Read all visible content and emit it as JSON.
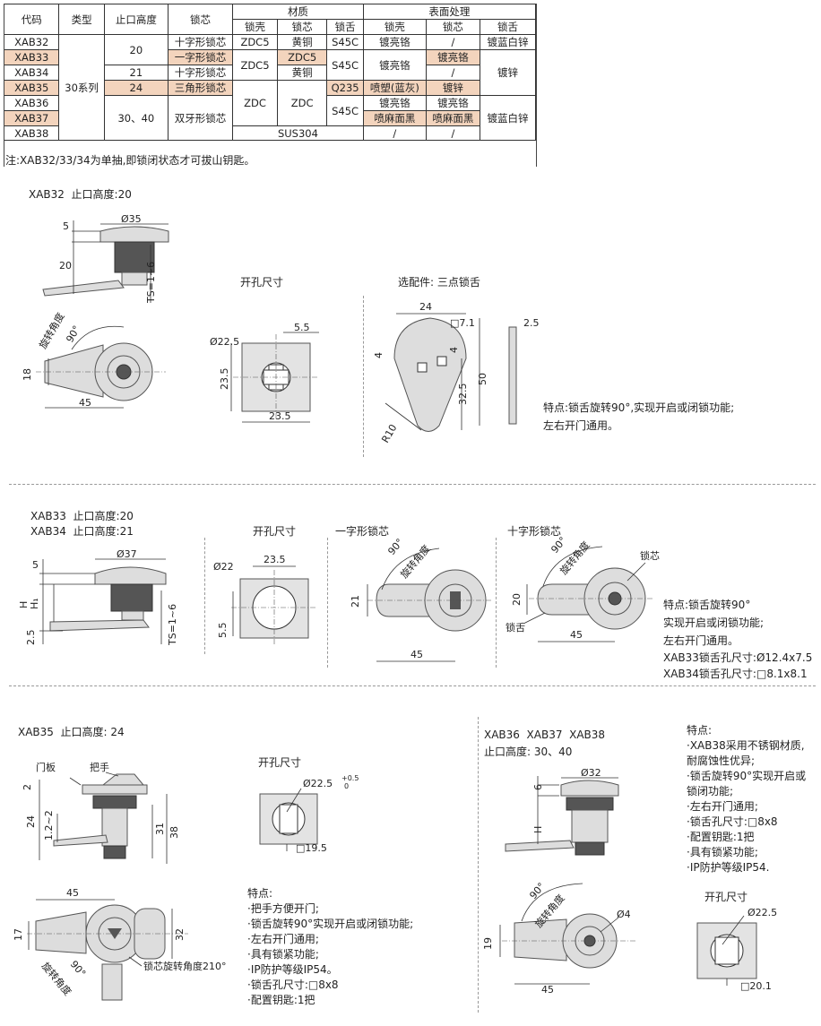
{
  "table": {
    "headers": {
      "code": "代码",
      "type": "类型",
      "height": "止口高度",
      "core": "锁芯",
      "material": "材质",
      "surface": "表面处理",
      "sub": [
        "锁壳",
        "锁芯",
        "锁舌",
        "锁壳",
        "锁芯",
        "锁舌"
      ]
    },
    "rows": [
      {
        "code": "XAB32",
        "height": "20",
        "core": "十字形锁芯",
        "m_shell": "ZDC5",
        "m_core": "黄铜",
        "m_tongue": "S45C",
        "s_shell": "镀亮铬",
        "s_core": "/",
        "s_tongue": "镀蓝白锌"
      },
      {
        "code": "XAB33",
        "core": "一字形锁芯",
        "m_shell": "ZDC5",
        "m_core": "ZDC5",
        "m_tongue": "S45C",
        "s_shell": "镀亮铬",
        "s_core": "镀亮铬",
        "s_tongue": "镀锌"
      },
      {
        "code": "XAB34",
        "height": "21",
        "core": "十字形锁芯",
        "m_core": "黄铜",
        "s_core": "/"
      },
      {
        "code": "XAB35",
        "height": "24",
        "core": "三角形锁芯",
        "m_shell": "ZDC",
        "m_core": "ZDC",
        "m_tongue": "Q235",
        "s_shell": "喷塑(蓝灰)",
        "s_core": "镀锌"
      },
      {
        "code": "XAB36",
        "height": "30、40",
        "core": "双牙形锁芯",
        "m_tongue": "S45C",
        "s_shell": "镀亮铬",
        "s_core": "镀亮铬",
        "s_tongue": "镀蓝白锌"
      },
      {
        "code": "XAB37",
        "s_shell": "喷麻面黑",
        "s_core": "喷麻面黑"
      },
      {
        "code": "XAB38",
        "m_all": "SUS304",
        "s_shell": "/",
        "s_core": "/"
      }
    ],
    "type_value": "30系列"
  },
  "note": "注:XAB32/33/34为单抽,即锁闭状态才可拔山钥匙。",
  "sec1": {
    "title": "XAB32  止口高度:20",
    "dims": {
      "d35": "Ø35",
      "d5": "5",
      "d20": "20",
      "ts": "TS=1~6",
      "d18": "18",
      "d45": "45",
      "rot": "旋转角度",
      "deg90": "90°"
    },
    "cutout_title": "开孔尺寸",
    "cutout": {
      "d225": "Ø22.5",
      "d55": "5.5",
      "d235a": "23.5",
      "d235b": "23.5"
    },
    "option_title": "选配件: 三点锁舌",
    "option": {
      "d24": "24",
      "sq71": "□7.1",
      "d25": "2.5",
      "d4a": "4",
      "d4b": "4",
      "d325": "32.5",
      "d50": "50",
      "r10": "R10"
    },
    "feature": [
      "特点:锁舌旋转90°,实现开启或闭锁功能;",
      "左右开门通用。"
    ]
  },
  "sec2": {
    "title1": "XAB33  止口高度:20",
    "title2": "XAB34  止口高度:21",
    "dims": {
      "d37": "Ø37",
      "d5": "5",
      "h": "H",
      "h1": "H₁",
      "d25": "2.5",
      "ts": "TS=1~6"
    },
    "cutout_title": "开孔尺寸",
    "cutout": {
      "d22": "Ø22",
      "d235": "23.5",
      "d55": "5.5"
    },
    "slot_title": "一字形锁芯",
    "slot": {
      "deg90": "90°",
      "rot": "旋转角度",
      "d21": "21",
      "d45": "45"
    },
    "cross_title": "十字形锁芯",
    "cross": {
      "deg90": "90°",
      "rot": "旋转角度",
      "core": "锁芯",
      "d20": "20",
      "tongue": "锁舌",
      "d45": "45"
    },
    "feature": [
      "特点:锁舌旋转90°",
      "实现开启或闭锁功能;",
      "左右开门通用。",
      "XAB33锁舌孔尺寸:Ø12.4x7.5",
      "XAB34锁舌孔尺寸:□8.1x8.1"
    ]
  },
  "sec3": {
    "title": "XAB35  止口高度: 24",
    "dims": {
      "door": "门板",
      "handle": "把手",
      "d2": "2",
      "d24": "24",
      "d12": "1.2~2",
      "d31": "31",
      "d38": "38",
      "d45": "45",
      "d17": "17",
      "d32": "32",
      "rot": "旋转角度",
      "deg90": "90°",
      "core_rot": "锁芯旋转角度210°"
    },
    "cutout_title": "开孔尺寸",
    "cutout": {
      "d225": "Ø22.5",
      "tol_up": "+0.5",
      "tol_dn": "0",
      "sq": "□19.5"
    },
    "feature": [
      "特点:",
      "·把手方便开门;",
      "·锁舌旋转90°实现开启或闭锁功能;",
      "·左右开门通用;",
      "·具有锁紧功能;",
      "·IP防护等级IP54。",
      "·锁舌孔尺寸:□8x8",
      "·配置钥匙:1把"
    ]
  },
  "sec4": {
    "title1": "XAB36  XAB37  XAB38",
    "title2": "止口高度: 30、40",
    "dims": {
      "d32": "Ø32",
      "d6": "6",
      "h": "H",
      "rot": "旋转角度",
      "deg90": "90°",
      "d4": "Ø4",
      "d19": "19",
      "d45": "45"
    },
    "feature": [
      "特点:",
      "·XAB38采用不锈钢材质,",
      "耐腐蚀性优异;",
      "·锁舌旋转90°实现开启或",
      "锁闭功能;",
      "·左右开门通用;",
      "·锁舌孔尺寸:□8x8",
      "·配置钥匙:1把",
      "·具有锁紧功能;",
      "·IP防护等级IP54."
    ],
    "cutout_title": "开孔尺寸",
    "cutout": {
      "d225": "Ø22.5",
      "sq": "□20.1"
    }
  }
}
